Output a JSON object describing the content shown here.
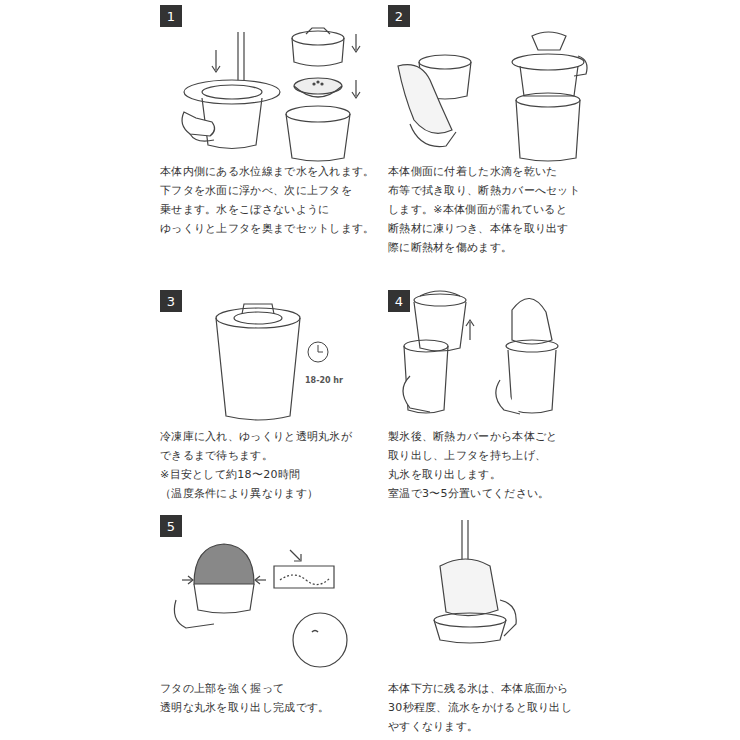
{
  "diagram": {
    "nodes": [
      {
        "text": [
          "1"
        ]
      },
      {
        "text": [
          "2"
        ]
      },
      {
        "text": [
          "3"
        ]
      },
      {
        "text": [
          "4"
        ]
      },
      {
        "text": [
          "5"
        ]
      }
    ],
    "labels": [
      "本体内側にある水位線まで水を入れます。",
      "下フタを水面に浮かべ、次に上フタを",
      "乗せます。水をこぼさないように",
      "ゆっくりと上フタを奥までセットします。",
      "本体側面に付着した水滴を乾いた",
      "布等で拭き取り、断熱カバーへセット",
      "します。※本体側面が濡れていると",
      "断熱材に凍りつき、本体を取り出す",
      "際に断熱材を傷めます。",
      "18-20 hr",
      "冷凍庫に入れ、ゆっくりと透明丸氷が",
      "できるまで待ちます。",
      "※目安として約18〜20時間",
      "（温度条件により異なります）",
      "製氷後、断熱カバーから本体ごと",
      "取り出し、上フタを持ち上げ、",
      "丸氷を取り出します。",
      "室温で3〜5分置いてください。",
      "フタの上部を強く握って",
      "透明な丸氷を取り出し完成です。",
      "本体下方に残る氷は、本体底面から",
      "30秒程度、流水をかけると取り出し",
      "やすくなります。"
    ]
  }
}
